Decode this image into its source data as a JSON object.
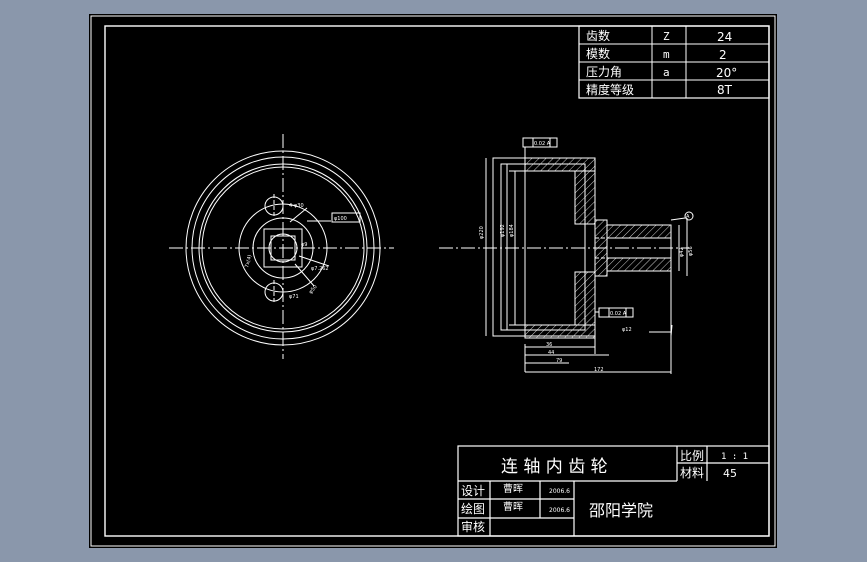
{
  "params_table": {
    "rows": [
      {
        "label": "齿数",
        "symbol": "Z",
        "value": "24"
      },
      {
        "label": "模数",
        "symbol": "m",
        "value": "2"
      },
      {
        "label": "压力角",
        "symbol": "a",
        "value": "20°"
      },
      {
        "label": "精度等级",
        "symbol": "",
        "value": "8T"
      }
    ]
  },
  "title_block": {
    "part_name": "连 轴 内 齿 轮",
    "scale_label": "比例",
    "scale_value": "1 : 1",
    "material_label": "材料",
    "material_value": "45",
    "design_label": "设计",
    "drawing_label": "绘图",
    "review_label": "审核",
    "designer": "曹晖",
    "drafter": "曹晖",
    "design_date": "2006.6",
    "drawing_date": "2006.6",
    "school": "邵阳学院"
  },
  "front_view": {
    "labels": [
      "4-φ30",
      "φ100",
      "7x(4)",
      "φ7.262",
      "φ50",
      "φ71",
      "φ9"
    ]
  },
  "section_view": {
    "tolerance_frames": [
      "0.02 A",
      "0.02 A"
    ],
    "datum": "A",
    "diameters": [
      "φ220",
      "φ192",
      "φ184",
      "φ56",
      "φ42",
      "φ12"
    ],
    "lengths": [
      "36",
      "44",
      "79",
      "172"
    ]
  },
  "colors": {
    "background": "#8a97ab",
    "sheet": "#000000",
    "lines": "#ffffff"
  }
}
